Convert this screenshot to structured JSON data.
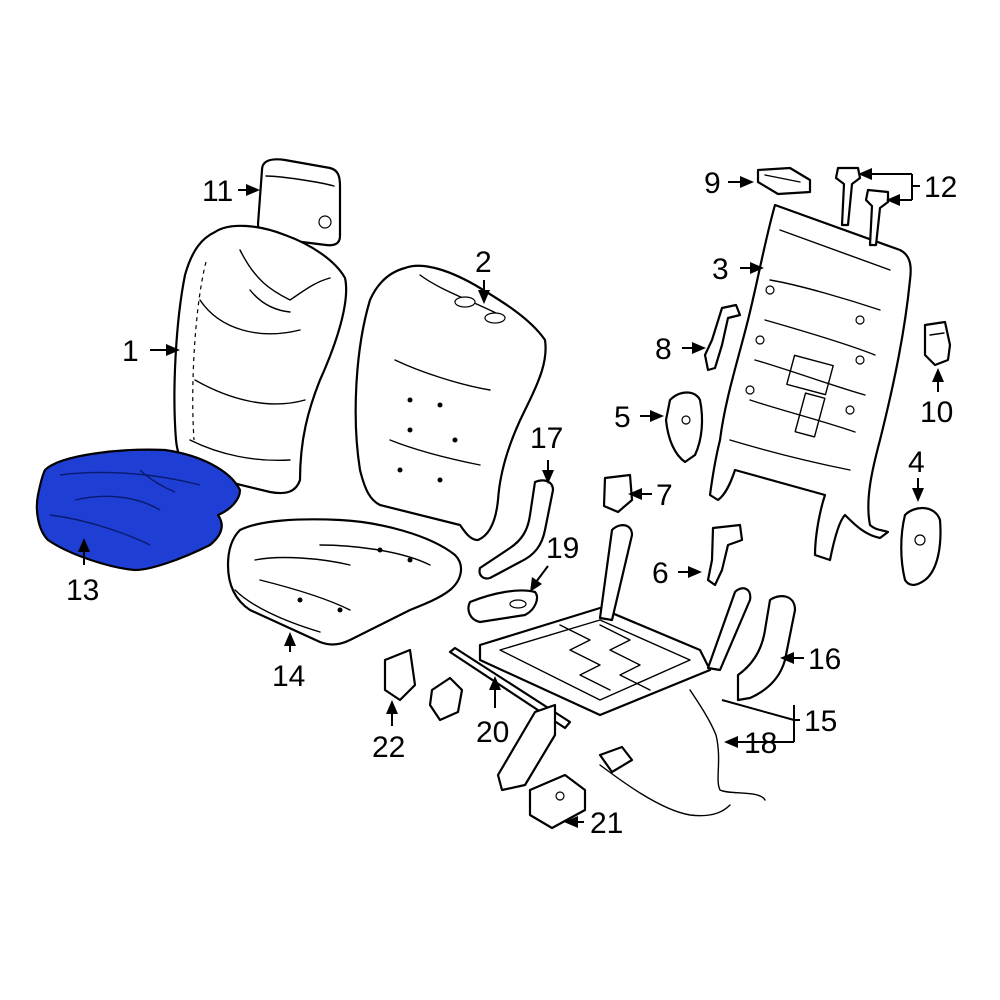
{
  "diagram": {
    "highlight_color": "#1f3fd4",
    "callouts": [
      {
        "id": "c1",
        "label": "1"
      },
      {
        "id": "c2",
        "label": "2"
      },
      {
        "id": "c3",
        "label": "3"
      },
      {
        "id": "c4",
        "label": "4"
      },
      {
        "id": "c5",
        "label": "5"
      },
      {
        "id": "c6",
        "label": "6"
      },
      {
        "id": "c7",
        "label": "7"
      },
      {
        "id": "c8",
        "label": "8"
      },
      {
        "id": "c9",
        "label": "9"
      },
      {
        "id": "c10",
        "label": "10"
      },
      {
        "id": "c11",
        "label": "11"
      },
      {
        "id": "c12",
        "label": "12"
      },
      {
        "id": "c13",
        "label": "13"
      },
      {
        "id": "c14",
        "label": "14"
      },
      {
        "id": "c15",
        "label": "15"
      },
      {
        "id": "c16",
        "label": "16"
      },
      {
        "id": "c17",
        "label": "17"
      },
      {
        "id": "c18",
        "label": "18"
      },
      {
        "id": "c19",
        "label": "19"
      },
      {
        "id": "c20",
        "label": "20"
      },
      {
        "id": "c21",
        "label": "21"
      },
      {
        "id": "c22",
        "label": "22"
      }
    ]
  }
}
